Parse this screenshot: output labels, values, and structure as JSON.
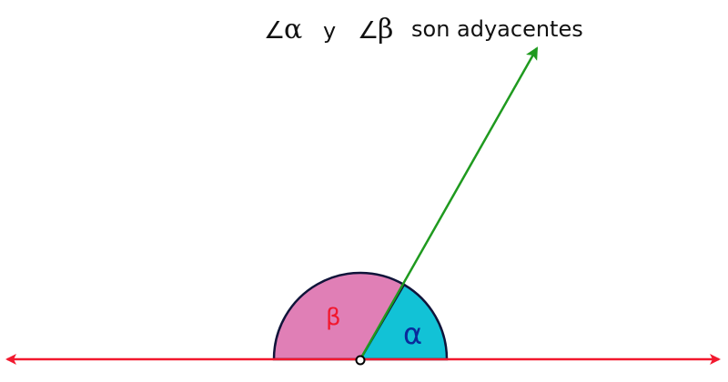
{
  "caption": {
    "angle_symbol": "∠",
    "alpha": "α",
    "connector": "y",
    "beta": "β",
    "text": "son adyacentes"
  },
  "labels": {
    "alpha": "α",
    "beta": "β"
  },
  "colors": {
    "baseline": "#f2182e",
    "ray": "#1f9a1f",
    "alpha_fill": "#12c2d6",
    "beta_fill": "#e07fb6",
    "alpha_label": "#0a2a9a",
    "beta_label": "#f2182e",
    "outline": "#10143a",
    "vertex": "#000000"
  }
}
